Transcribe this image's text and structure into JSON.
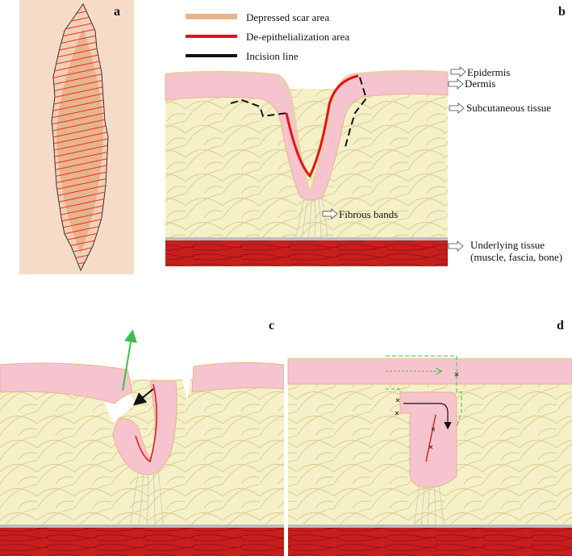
{
  "panels": {
    "a": "a",
    "b": "b",
    "c": "c",
    "d": "d"
  },
  "legend": [
    {
      "label": "Depressed scar area",
      "color": "#e8b48c"
    },
    {
      "label": "De-epithelialization area",
      "color": "#e41414"
    },
    {
      "label": "Incision line",
      "color": "#111111"
    }
  ],
  "layers": {
    "epidermis": "Epidermis",
    "dermis": "Dermis",
    "subcutaneous": "Subcutaneous tissue",
    "fibrous": "Fibrous bands",
    "underlying_1": "Underlying tissue",
    "underlying_2": "(muscle, fascia, bone)"
  },
  "colors": {
    "skin_bg": "#f6dcc8",
    "scar": "#e8b48c",
    "dermis": "#f6c4cf",
    "epidermis": "#efd7b4",
    "subcut": "#f5f0c8",
    "fat_lines": "#d6c98c",
    "muscle": "#c8201e",
    "fascia": "#bdbdbd",
    "incision_red": "#e41414",
    "arrow_green": "#3bbf4a"
  }
}
